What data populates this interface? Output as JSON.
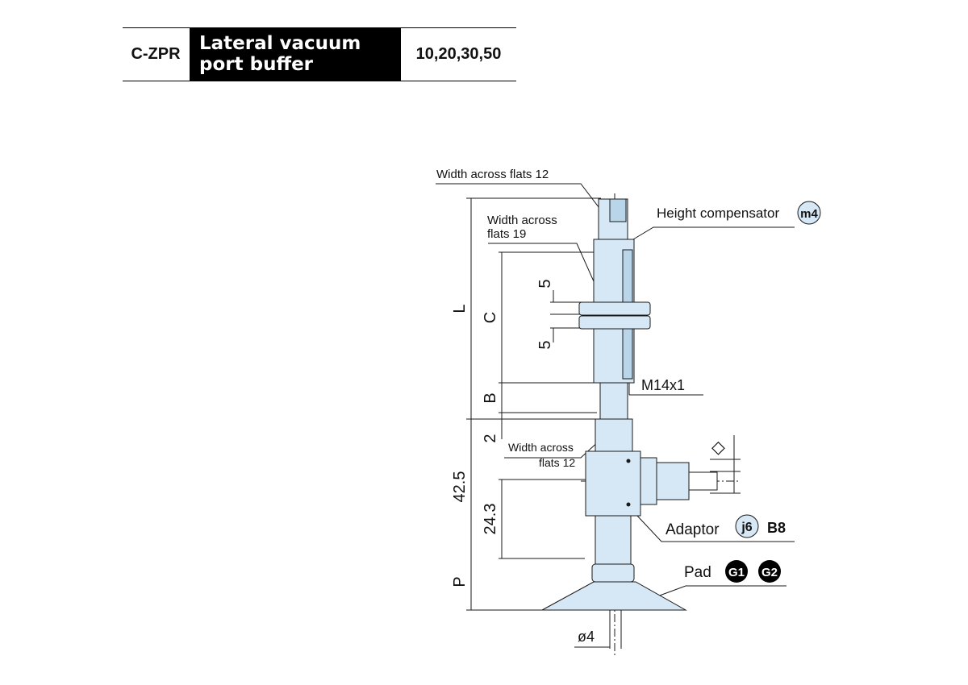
{
  "header": {
    "model_code": "C-ZPR",
    "title_line1": "Lateral vacuum",
    "title_line2": "port buffer",
    "sizes": "10,20,30,50"
  },
  "labels": {
    "width_across_flats_12_top": "Width across flats 12",
    "width_across_flats_19_line1": "Width across",
    "width_across_flats_19_line2": "flats 19",
    "height_compensator": "Height compensator",
    "height_compensator_badge": "m4",
    "thread": "M14x1",
    "width_across_flats_12_mid_line1": "Width across",
    "width_across_flats_12_mid_line2": "flats 12",
    "adaptor": "Adaptor",
    "adaptor_badge": "j6",
    "adaptor_suffix": "B8",
    "pad": "Pad",
    "pad_badge1": "G1",
    "pad_badge2": "G2",
    "diameter": "ø4",
    "diamond_symbol": "◇"
  },
  "dimensions": {
    "L": "L",
    "C": "C",
    "B": "B",
    "two": "2",
    "five_upper": "5",
    "five_lower": "5",
    "dim_42_5": "42.5",
    "dim_24_3": "24.3",
    "P": "P"
  },
  "colors": {
    "part_fill": "#d6e8f5",
    "part_fill_dark": "#b9d5ea",
    "outline": "#1a1a1a",
    "badge_fill": "#d6e8f5",
    "badge_dark": "#000000"
  }
}
